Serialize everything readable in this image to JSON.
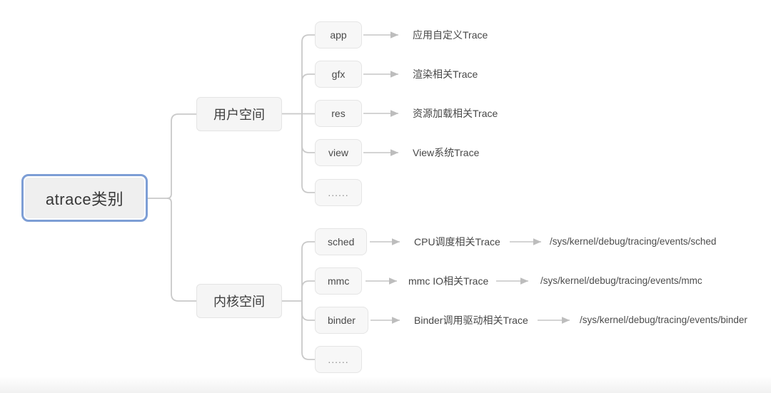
{
  "root": {
    "label": "atrace类别"
  },
  "branches": [
    {
      "label": "用户空间",
      "children": [
        {
          "label": "app",
          "desc": "应用自定义Trace"
        },
        {
          "label": "gfx",
          "desc": "渲染相关Trace"
        },
        {
          "label": "res",
          "desc": "资源加载相关Trace"
        },
        {
          "label": "view",
          "desc": "View系统Trace"
        },
        {
          "label": "......"
        }
      ]
    },
    {
      "label": "内核空间",
      "children": [
        {
          "label": "sched",
          "desc": "CPU调度相关Trace",
          "path": "/sys/kernel/debug/tracing/events/sched"
        },
        {
          "label": "mmc",
          "desc": "mmc IO相关Trace",
          "path": "/sys/kernel/debug/tracing/events/mmc"
        },
        {
          "label": "binder",
          "desc": "Binder调用驱动相关Trace",
          "path": "/sys/kernel/debug/tracing/events/binder"
        },
        {
          "label": "......"
        }
      ]
    }
  ],
  "colors": {
    "root_border": "#7d9ed5",
    "node_fill": "#f6f6f6",
    "node_border": "#e4e4e4",
    "connector": "#c9c9c9",
    "arrow": "#bdbdbd",
    "text": "#4a4a4a"
  }
}
